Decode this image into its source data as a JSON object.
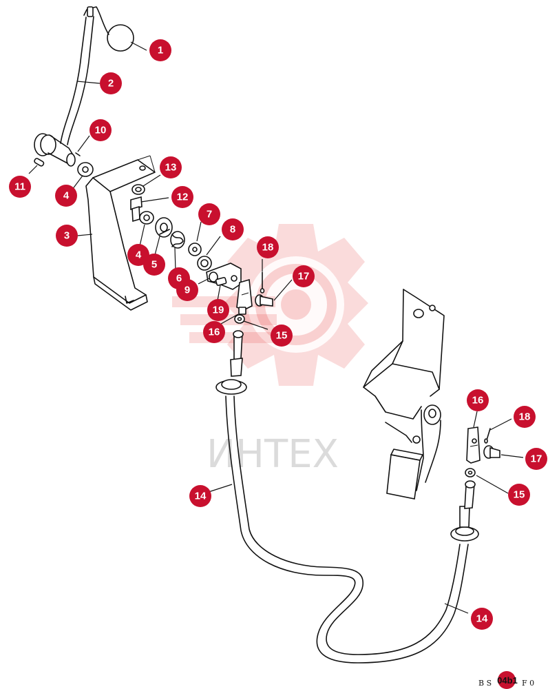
{
  "watermark": {
    "text": "ИНТЕХ",
    "color": "#e23a3a"
  },
  "callout_color": "#c8102e",
  "callouts": [
    {
      "id": "c1",
      "label": "1"
    },
    {
      "id": "c2",
      "label": "2"
    },
    {
      "id": "c3",
      "label": "3"
    },
    {
      "id": "c4a",
      "label": "4"
    },
    {
      "id": "c4b",
      "label": "4"
    },
    {
      "id": "c5",
      "label": "5"
    },
    {
      "id": "c6",
      "label": "6"
    },
    {
      "id": "c7",
      "label": "7"
    },
    {
      "id": "c8",
      "label": "8"
    },
    {
      "id": "c9",
      "label": "9"
    },
    {
      "id": "c10",
      "label": "10"
    },
    {
      "id": "c11",
      "label": "11"
    },
    {
      "id": "c12",
      "label": "12"
    },
    {
      "id": "c13",
      "label": "13"
    },
    {
      "id": "c14a",
      "label": "14"
    },
    {
      "id": "c14b",
      "label": "14"
    },
    {
      "id": "c15a",
      "label": "15"
    },
    {
      "id": "c15b",
      "label": "15"
    },
    {
      "id": "c16a",
      "label": "16"
    },
    {
      "id": "c16b",
      "label": "16"
    },
    {
      "id": "c17a",
      "label": "17"
    },
    {
      "id": "c17b",
      "label": "17"
    },
    {
      "id": "c18a",
      "label": "18"
    },
    {
      "id": "c18b",
      "label": "18"
    },
    {
      "id": "c19",
      "label": "19"
    }
  ],
  "document_id": {
    "prefix": "B S",
    "badge": "04b1",
    "suffix": "F 0"
  }
}
